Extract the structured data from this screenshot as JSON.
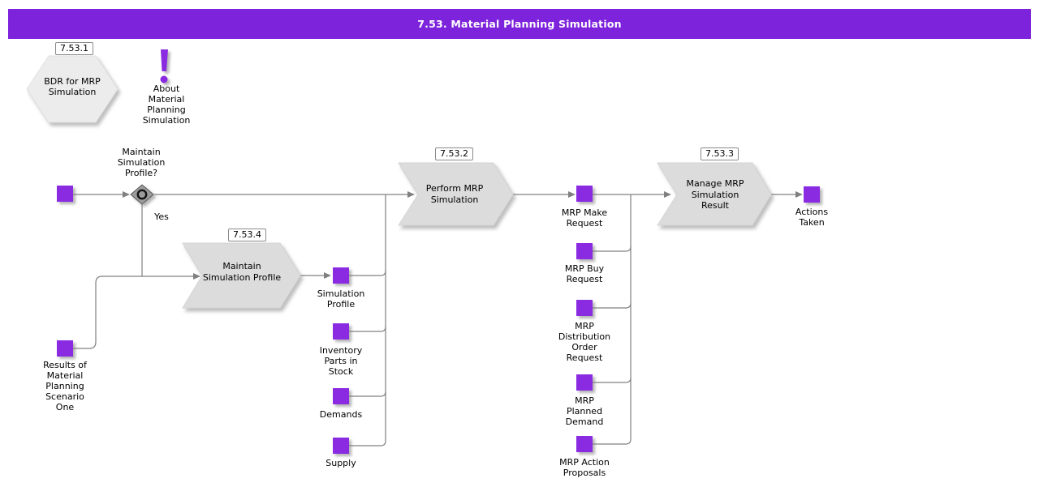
{
  "header": {
    "title": "7.53. Material Planning Simulation",
    "bg": "#7D23DC",
    "text_color": "#ffffff"
  },
  "colors": {
    "square": "#8A2BE2",
    "chevron_fill": "#DCDCDC",
    "hexagon_fill": "#ECECEC",
    "diamond_fill": "#9B9B9B",
    "line": "#808080",
    "exclamation": "#8A2BE2"
  },
  "nodes": {
    "bdr": {
      "ref": "7.53.1",
      "label": "BDR for MRP\nSimulation"
    },
    "about": {
      "label": "About\nMaterial\nPlanning\nSimulation"
    },
    "decision": {
      "label": "Maintain\nSimulation\nProfile?",
      "branch_yes": "Yes"
    },
    "perform": {
      "ref": "7.53.2",
      "label": "Perform MRP\nSimulation"
    },
    "maintain": {
      "ref": "7.53.4",
      "label": "Maintain\nSimulation Profile"
    },
    "manage": {
      "ref": "7.53.3",
      "label": "Manage MRP\nSimulation\nResult"
    },
    "results": {
      "label": "Results of\nMaterial\nPlanning\nScenario\nOne"
    },
    "sim_profile": {
      "label": "Simulation\nProfile"
    },
    "inventory": {
      "label": "Inventory\nParts in\nStock"
    },
    "demands": {
      "label": "Demands"
    },
    "supply": {
      "label": "Supply"
    },
    "make": {
      "label": "MRP Make\nRequest"
    },
    "buy": {
      "label": "MRP Buy\nRequest"
    },
    "dist": {
      "label": "MRP\nDistribution\nOrder\nRequest"
    },
    "planned": {
      "label": "MRP\nPlanned\nDemand"
    },
    "action": {
      "label": "MRP Action\nProposals"
    },
    "actions_taken": {
      "label": "Actions\nTaken"
    }
  },
  "edges": [
    {
      "from": "start",
      "to": "decision"
    },
    {
      "from": "decision",
      "to": "perform"
    },
    {
      "from": "decision",
      "to": "maintain",
      "label": "Yes"
    },
    {
      "from": "results",
      "to": "maintain"
    },
    {
      "from": "maintain",
      "to": "sim_profile"
    },
    {
      "from": "sim_profile",
      "to": "perform"
    },
    {
      "from": "inventory",
      "to": "perform"
    },
    {
      "from": "demands",
      "to": "perform"
    },
    {
      "from": "supply",
      "to": "perform"
    },
    {
      "from": "perform",
      "to": "make"
    },
    {
      "from": "make",
      "to": "manage"
    },
    {
      "from": "buy",
      "to": "manage"
    },
    {
      "from": "dist",
      "to": "manage"
    },
    {
      "from": "planned",
      "to": "manage"
    },
    {
      "from": "action",
      "to": "manage"
    },
    {
      "from": "manage",
      "to": "actions_taken"
    }
  ]
}
